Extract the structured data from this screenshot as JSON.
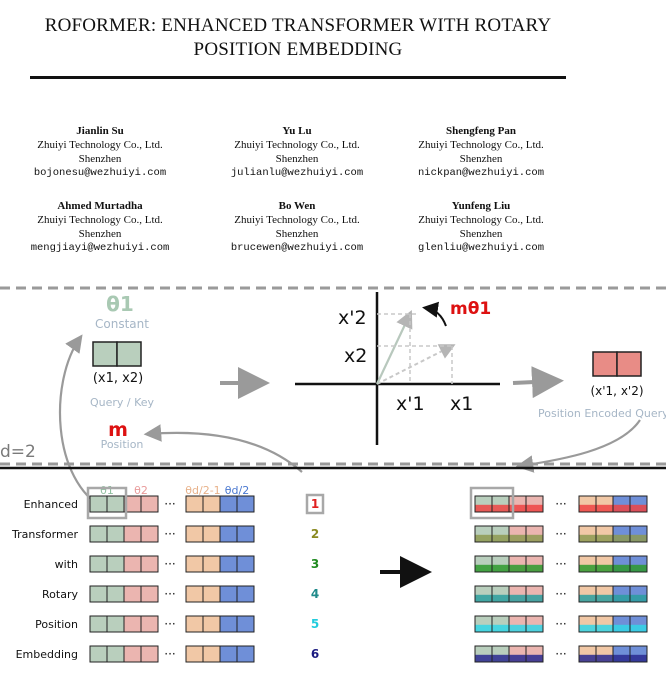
{
  "paper": {
    "title_line1": "ROFORMER: ENHANCED TRANSFORMER WITH ROTARY",
    "title_line2": "POSITION EMBEDDING"
  },
  "authors": [
    {
      "name": "Jianlin Su",
      "affiliation": "Zhuiyi Technology Co., Ltd.",
      "city": "Shenzhen",
      "email": "bojonesu@wezhuiyi.com"
    },
    {
      "name": "Yu Lu",
      "affiliation": "Zhuiyi Technology Co., Ltd.",
      "city": "Shenzhen",
      "email": "julianlu@wezhuiyi.com"
    },
    {
      "name": "Shengfeng Pan",
      "affiliation": "Zhuiyi Technology Co., Ltd.",
      "city": "Shenzhen",
      "email": "nickpan@wezhuiyi.com"
    },
    {
      "name": "Ahmed Murtadha",
      "affiliation": "Zhuiyi Technology Co., Ltd.",
      "city": "Shenzhen",
      "email": "mengjiayi@wezhuiyi.com"
    },
    {
      "name": "Bo Wen",
      "affiliation": "Zhuiyi Technology Co., Ltd.",
      "city": "Shenzhen",
      "email": "brucewen@wezhuiyi.com"
    },
    {
      "name": "Yunfeng Liu",
      "affiliation": "Zhuiyi Technology Co., Ltd.",
      "city": "Shenzhen",
      "email": "glenliu@wezhuiyi.com"
    }
  ],
  "figure": {
    "constant_theta": "θ1",
    "constant_label": "Constant",
    "query_pair": "(x1, x2)",
    "query_label": "Query / Key",
    "position_symbol": "m",
    "position_label": "Position",
    "d_label": "d=2",
    "axis_x1p": "x'1",
    "axis_x1": "x1",
    "axis_x2p": "x'2",
    "axis_x2": "x2",
    "rotation_label": "mθ1",
    "encoded_pair": "(x'1, x'2)",
    "encoded_label": "Position Encoded Query / Key",
    "theta_headers": [
      "θ1",
      "θ2",
      "θd/2-1",
      "θd/2"
    ],
    "theta_colors": [
      "#8fbf9f",
      "#e89a9a",
      "#e8b28a",
      "#4a78d0"
    ],
    "ellipsis": "···",
    "tokens": [
      {
        "word": "Enhanced",
        "pos": "1",
        "color": "#e02020",
        "shade": "#ee4444"
      },
      {
        "word": "Transformer",
        "pos": "2",
        "color": "#8a8a20",
        "shade": "#8e9a52"
      },
      {
        "word": "with",
        "pos": "3",
        "color": "#1f8a1f",
        "shade": "#2e9a2e"
      },
      {
        "word": "Rotary",
        "pos": "4",
        "color": "#1f8a8a",
        "shade": "#2c9f9f"
      },
      {
        "word": "Position",
        "pos": "5",
        "color": "#22ccdd",
        "shade": "#33d6e6"
      },
      {
        "word": "Embedding",
        "pos": "6",
        "color": "#1a1a80",
        "shade": "#2a2a90"
      }
    ],
    "colors": {
      "green": "#b9cfbd",
      "pink": "#ebb5b0",
      "peach": "#f1c8a6",
      "blue": "#6f8fd8",
      "gray_arrow": "#9a9a9a",
      "red": "#dd1111"
    }
  }
}
